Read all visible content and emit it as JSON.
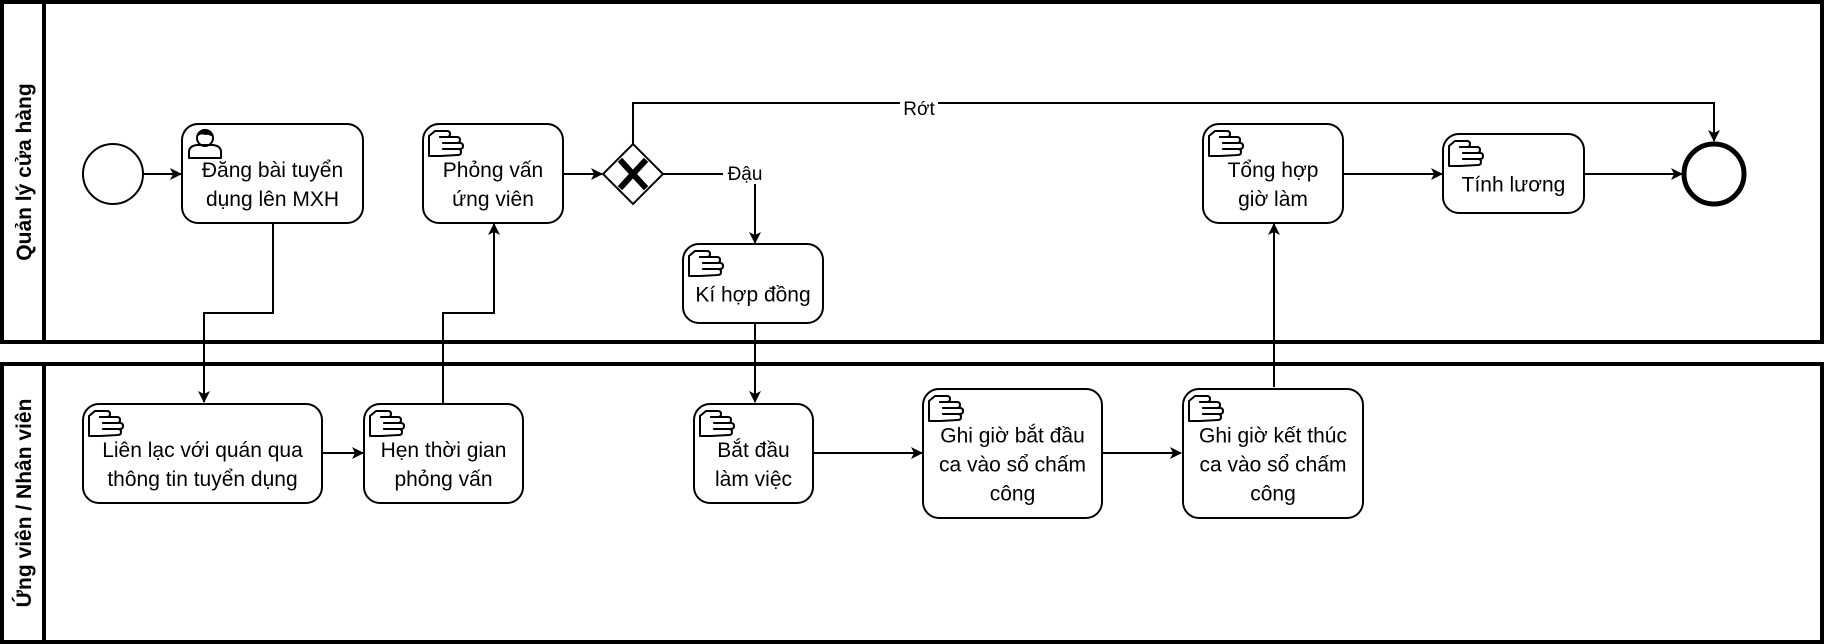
{
  "lanes": {
    "manager": {
      "title": "Quản lý cửa hàng"
    },
    "employee": {
      "title": "Ứng viên / Nhân viên"
    }
  },
  "tasks": {
    "post_job": {
      "lines": [
        "Đăng bài tuyển",
        "dụng lên MXH"
      ],
      "icon": "user-icon"
    },
    "interview": {
      "lines": [
        "Phỏng vấn",
        "ứng viên"
      ],
      "icon": "manual-hand-icon"
    },
    "sign_contract": {
      "lines": [
        "Kí hợp đồng"
      ],
      "icon": "manual-hand-icon"
    },
    "sum_hours": {
      "lines": [
        "Tổng hợp",
        "giờ làm"
      ],
      "icon": "manual-hand-icon"
    },
    "calc_salary": {
      "lines": [
        "Tính lương"
      ],
      "icon": "manual-hand-icon"
    },
    "contact_shop": {
      "lines": [
        "Liên lạc với quán qua",
        "thông tin tuyển dụng"
      ],
      "icon": "manual-hand-icon"
    },
    "schedule_interview": {
      "lines": [
        "Hẹn thời gian",
        "phỏng vấn"
      ],
      "icon": "manual-hand-icon"
    },
    "start_work": {
      "lines": [
        "Bắt đầu",
        "làm việc"
      ],
      "icon": "manual-hand-icon"
    },
    "log_start": {
      "lines": [
        "Ghi giờ bắt đầu",
        "ca vào sổ chấm",
        "công"
      ],
      "icon": "manual-hand-icon"
    },
    "log_end": {
      "lines": [
        "Ghi giờ kết thúc",
        "ca vào sổ chấm",
        "công"
      ],
      "icon": "manual-hand-icon"
    }
  },
  "gateway": {
    "icon": "exclusive-gateway-x-icon"
  },
  "flows": {
    "fail_label": "Rớt",
    "pass_label": "Đậu"
  }
}
